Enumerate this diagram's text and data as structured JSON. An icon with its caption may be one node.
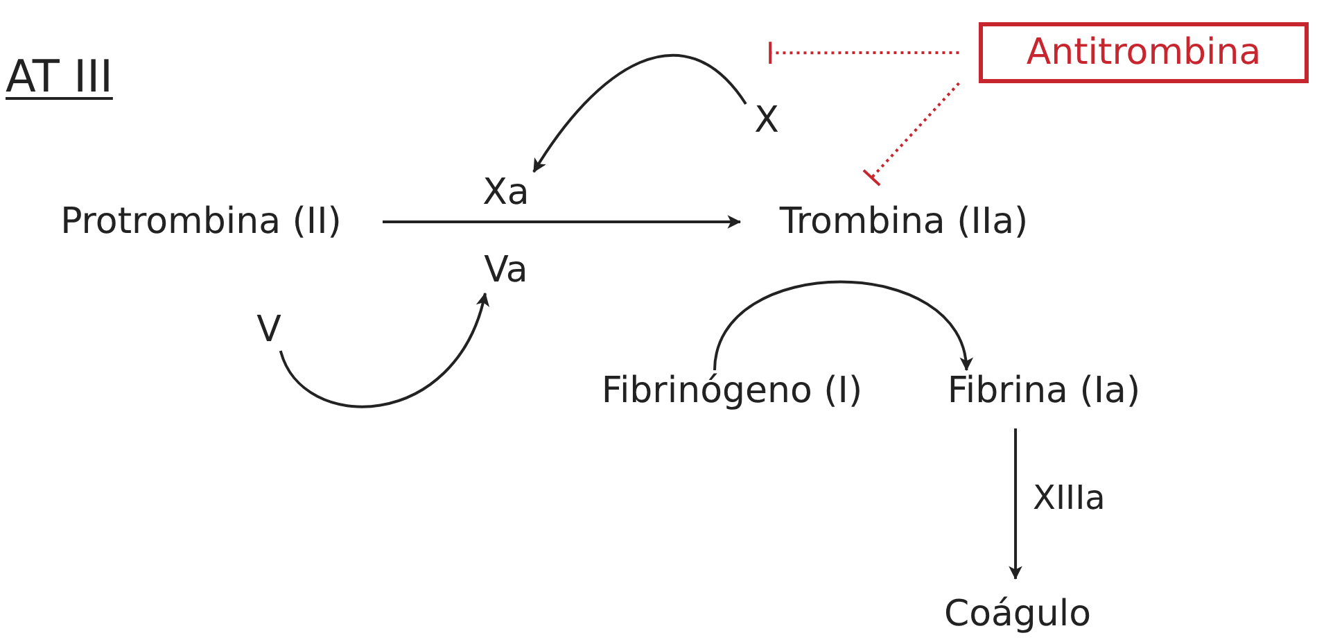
{
  "diagram": {
    "title": "AT III",
    "nodes": [
      {
        "text": [
          "Antitrombina"
        ]
      },
      {
        "text": [
          "X"
        ]
      },
      {
        "text": [
          "Xa"
        ]
      },
      {
        "text": [
          "Protrombina (II)"
        ]
      },
      {
        "text": [
          "Trombina (IIa)"
        ]
      },
      {
        "text": [
          "Va"
        ]
      },
      {
        "text": [
          "V"
        ]
      },
      {
        "text": [
          "Fibrinógeno (I)"
        ]
      },
      {
        "text": [
          "Fibrina (Ia)"
        ]
      },
      {
        "text": [
          "Coágulo"
        ]
      }
    ],
    "edges": [
      {
        "from": 1,
        "to": 2,
        "arrow": "to"
      },
      {
        "from": 3,
        "to": 4,
        "arrow": "to"
      },
      {
        "from": 6,
        "to": 5,
        "arrow": "to"
      },
      {
        "from": 7,
        "to": 8,
        "arrow": "to"
      },
      {
        "from": 8,
        "to": 9,
        "arrow": "to",
        "label": "XIIIa"
      },
      {
        "from": 0,
        "to": 1,
        "arrow": "other",
        "style": "dashed",
        "color": "#c8262e"
      },
      {
        "from": 0,
        "to": 4,
        "arrow": "other",
        "style": "dashed",
        "color": "#c8262e"
      }
    ]
  }
}
